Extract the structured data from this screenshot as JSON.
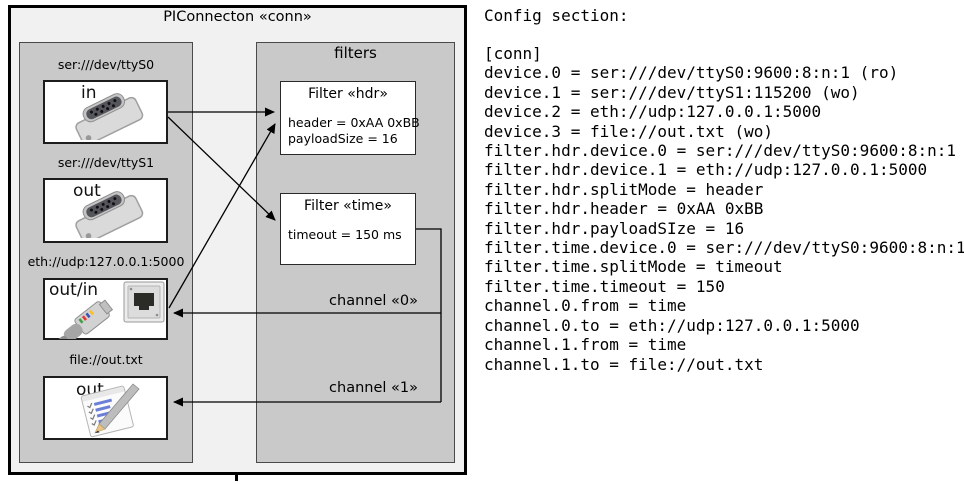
{
  "colors": {
    "outer_fill": "#f1f1f1",
    "panel_fill": "#c9c9c9",
    "box_fill": "#ffffff",
    "line": "#000000",
    "text": "#000000",
    "note_line_blue": "#6b7fd7"
  },
  "diagram": {
    "title": "PIConnecton «conn»",
    "devices_panel": {
      "devices": [
        {
          "url": "ser:///dev/ttyS0",
          "port": "in",
          "icon": "serial-connector"
        },
        {
          "url": "ser:///dev/ttyS1",
          "port": "out",
          "icon": "serial-connector"
        },
        {
          "url": "eth://udp:127.0.0.1:5000",
          "port": "out/in",
          "icon": "ethernet-connector"
        },
        {
          "url": "file://out.txt",
          "port": "out",
          "icon": "notepad"
        }
      ]
    },
    "filters_panel": {
      "title": "filters",
      "filters": [
        {
          "title": "Filter «hdr»",
          "properties": [
            "header = 0xAA 0xBB",
            "payloadSize = 16"
          ]
        },
        {
          "title": "Filter «time»",
          "properties": [
            "timeout = 150 ms"
          ]
        }
      ]
    },
    "channels": [
      {
        "label": "channel «0»"
      },
      {
        "label": "channel «1»"
      }
    ]
  },
  "config": {
    "heading": "Config section:",
    "lines": [
      "[conn]",
      "device.0 = ser:///dev/ttyS0:9600:8:n:1 (ro)",
      "device.1 = ser:///dev/ttyS1:115200 (wo)",
      "device.2 = eth://udp:127.0.0.1:5000",
      "device.3 = file://out.txt (wo)",
      "filter.hdr.device.0 = ser:///dev/ttyS0:9600:8:n:1",
      "filter.hdr.device.1 = eth://udp:127.0.0.1:5000",
      "filter.hdr.splitMode = header",
      "filter.hdr.header = 0xAA 0xBB",
      "filter.hdr.payloadSIze = 16",
      "filter.time.device.0 = ser:///dev/ttyS0:9600:8:n:1",
      "filter.time.splitMode = timeout",
      "filter.time.timeout = 150",
      "channel.0.from = time",
      "channel.0.to = eth://udp:127.0.0.1:5000",
      "channel.1.from = time",
      "channel.1.to = file://out.txt"
    ]
  }
}
